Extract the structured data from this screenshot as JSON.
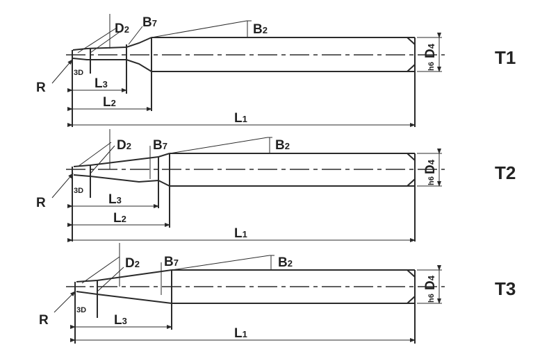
{
  "drawing": {
    "variants": [
      {
        "type": "T1",
        "labels": {
          "r": "R",
          "angle": "3D",
          "d2": "D",
          "d2_sub": "2",
          "b7": "B",
          "b7_sub": "7",
          "b2": "B",
          "b2_sub": "2",
          "d4": "D",
          "d4_sub": "4",
          "tol": "h6",
          "l1": "L",
          "l1_sub": "1",
          "l2": "L",
          "l2_sub": "2",
          "l3": "L",
          "l3_sub": "3"
        }
      },
      {
        "type": "T2",
        "labels": {
          "r": "R",
          "angle": "3D",
          "d2": "D",
          "d2_sub": "2",
          "b7": "B",
          "b7_sub": "7",
          "b2": "B",
          "b2_sub": "2",
          "d4": "D",
          "d4_sub": "4",
          "tol": "h6",
          "l1": "L",
          "l1_sub": "1",
          "l2": "L",
          "l2_sub": "2",
          "l3": "L",
          "l3_sub": "3"
        }
      },
      {
        "type": "T3",
        "labels": {
          "r": "R",
          "angle": "3D",
          "d2": "D",
          "d2_sub": "2",
          "b7": "B",
          "b7_sub": "7",
          "b2": "B",
          "b2_sub": "2",
          "d4": "D",
          "d4_sub": "4",
          "tol": "h6",
          "l1": "L",
          "l1_sub": "1",
          "l3": "L",
          "l3_sub": "3"
        }
      }
    ],
    "line_color": "#2a2a2a",
    "background": "#ffffff"
  }
}
